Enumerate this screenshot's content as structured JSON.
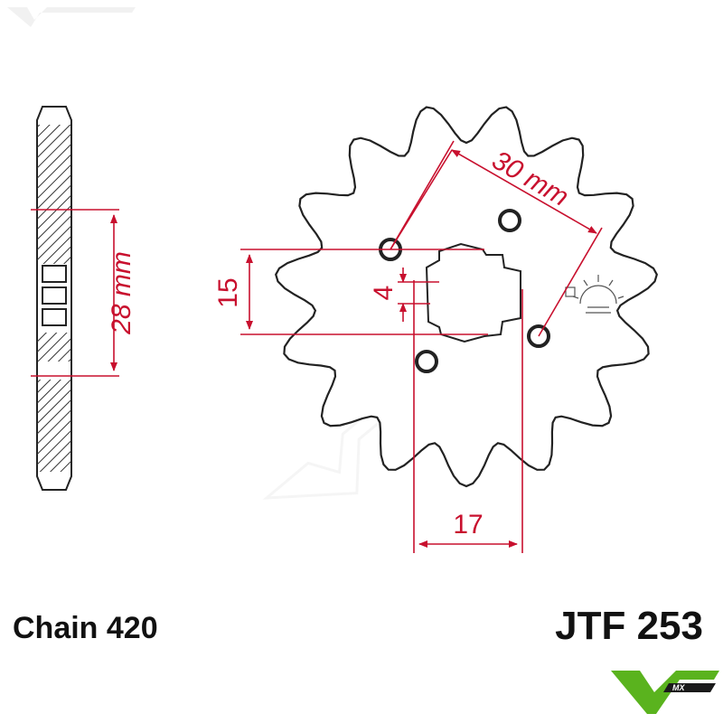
{
  "colors": {
    "dimension": "#c8102e",
    "outline": "#222222",
    "hatch": "#333333",
    "logo_green": "#5ab31e",
    "logo_dark": "#1a1a1a"
  },
  "dimensions": {
    "thickness": "28 mm",
    "bolt_spacing": "30 mm",
    "spline_width": "15",
    "spline_depth": "4",
    "bore_width": "17"
  },
  "labels": {
    "chain": "Chain 420",
    "part_number": "JTF 253"
  },
  "brand": {
    "logo": "v1-mx-logo"
  },
  "sprocket": {
    "teeth": 15
  }
}
